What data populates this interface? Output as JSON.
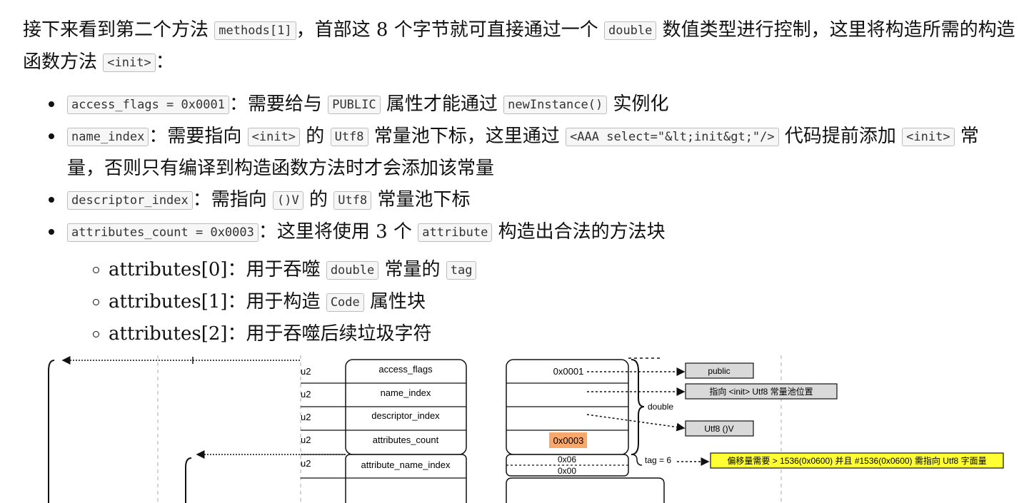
{
  "intro": {
    "t1": "接下来看到第二个方法 ",
    "c1": "methods[1]",
    "t2": "，首部这 8 个字节就可直接通过一个 ",
    "c2": "double",
    "t3": " 数值类型进行控制，这里将构造所需的构造函数方法 ",
    "c3": "<init>",
    "t4": "："
  },
  "bullets": [
    {
      "c1": "access_flags = 0x0001",
      "t1": "：需要给与 ",
      "c2": "PUBLIC",
      "t2": " 属性才能通过 ",
      "c3": "newInstance()",
      "t3": " 实例化"
    },
    {
      "c1": "name_index",
      "t1": "：需要指向 ",
      "c2": "<init>",
      "t2": " 的 ",
      "c3": "Utf8",
      "t3": " 常量池下标，这里通过 ",
      "c4": "<AAA select=\"&lt;init&gt;\"/>",
      "t4": " 代码提前添加 ",
      "c5": "<init>",
      "t5": " 常量，否则只有编译到构造函数方法时才会添加该常量"
    },
    {
      "c1": "descriptor_index",
      "t1": "：需指向 ",
      "c2": "()V",
      "t2": " 的 ",
      "c3": "Utf8",
      "t3": " 常量池下标"
    },
    {
      "c1": "attributes_count = 0x0003",
      "t1": "：这里将使用 3 个 ",
      "c2": "attribute",
      "t2": " 构造出合法的方法块"
    }
  ],
  "sub_bullets": [
    {
      "t1": "attributes[0]：用于吞噬 ",
      "c1": "double",
      "t2": " 常量的 ",
      "c2": "tag",
      "t3": ""
    },
    {
      "t1": "attributes[1]：用于构造 ",
      "c1": "Code",
      "t2": " 属性块",
      "c2": "",
      "t3": ""
    },
    {
      "t1": "attributes[2]：用于吞噬后续垃圾字符",
      "c1": "",
      "t2": "",
      "c2": "",
      "t3": ""
    }
  ],
  "diagram": {
    "types": [
      "u2",
      "u2",
      "u2",
      "u2",
      "u2"
    ],
    "fields": [
      "access_flags",
      "name_index",
      "descriptor_index",
      "attributes_count",
      "attribute_name_index"
    ],
    "values": [
      "0x0001",
      "0x0003",
      "0x06",
      "0x00"
    ],
    "brace_label": "double",
    "tag_label": "tag = 6",
    "notes": [
      "public",
      "指向 <init> Utf8 常量池位置",
      "Utf8 ()V",
      "偏移量需要 > 1536(0x0600) 并且 #1536(0x0600) 需指向 Utf8 字面量"
    ],
    "colors": {
      "highlight": "#f9a86b",
      "note_gray": "#d9d9d9",
      "note_yellow": "#ffff33"
    }
  }
}
